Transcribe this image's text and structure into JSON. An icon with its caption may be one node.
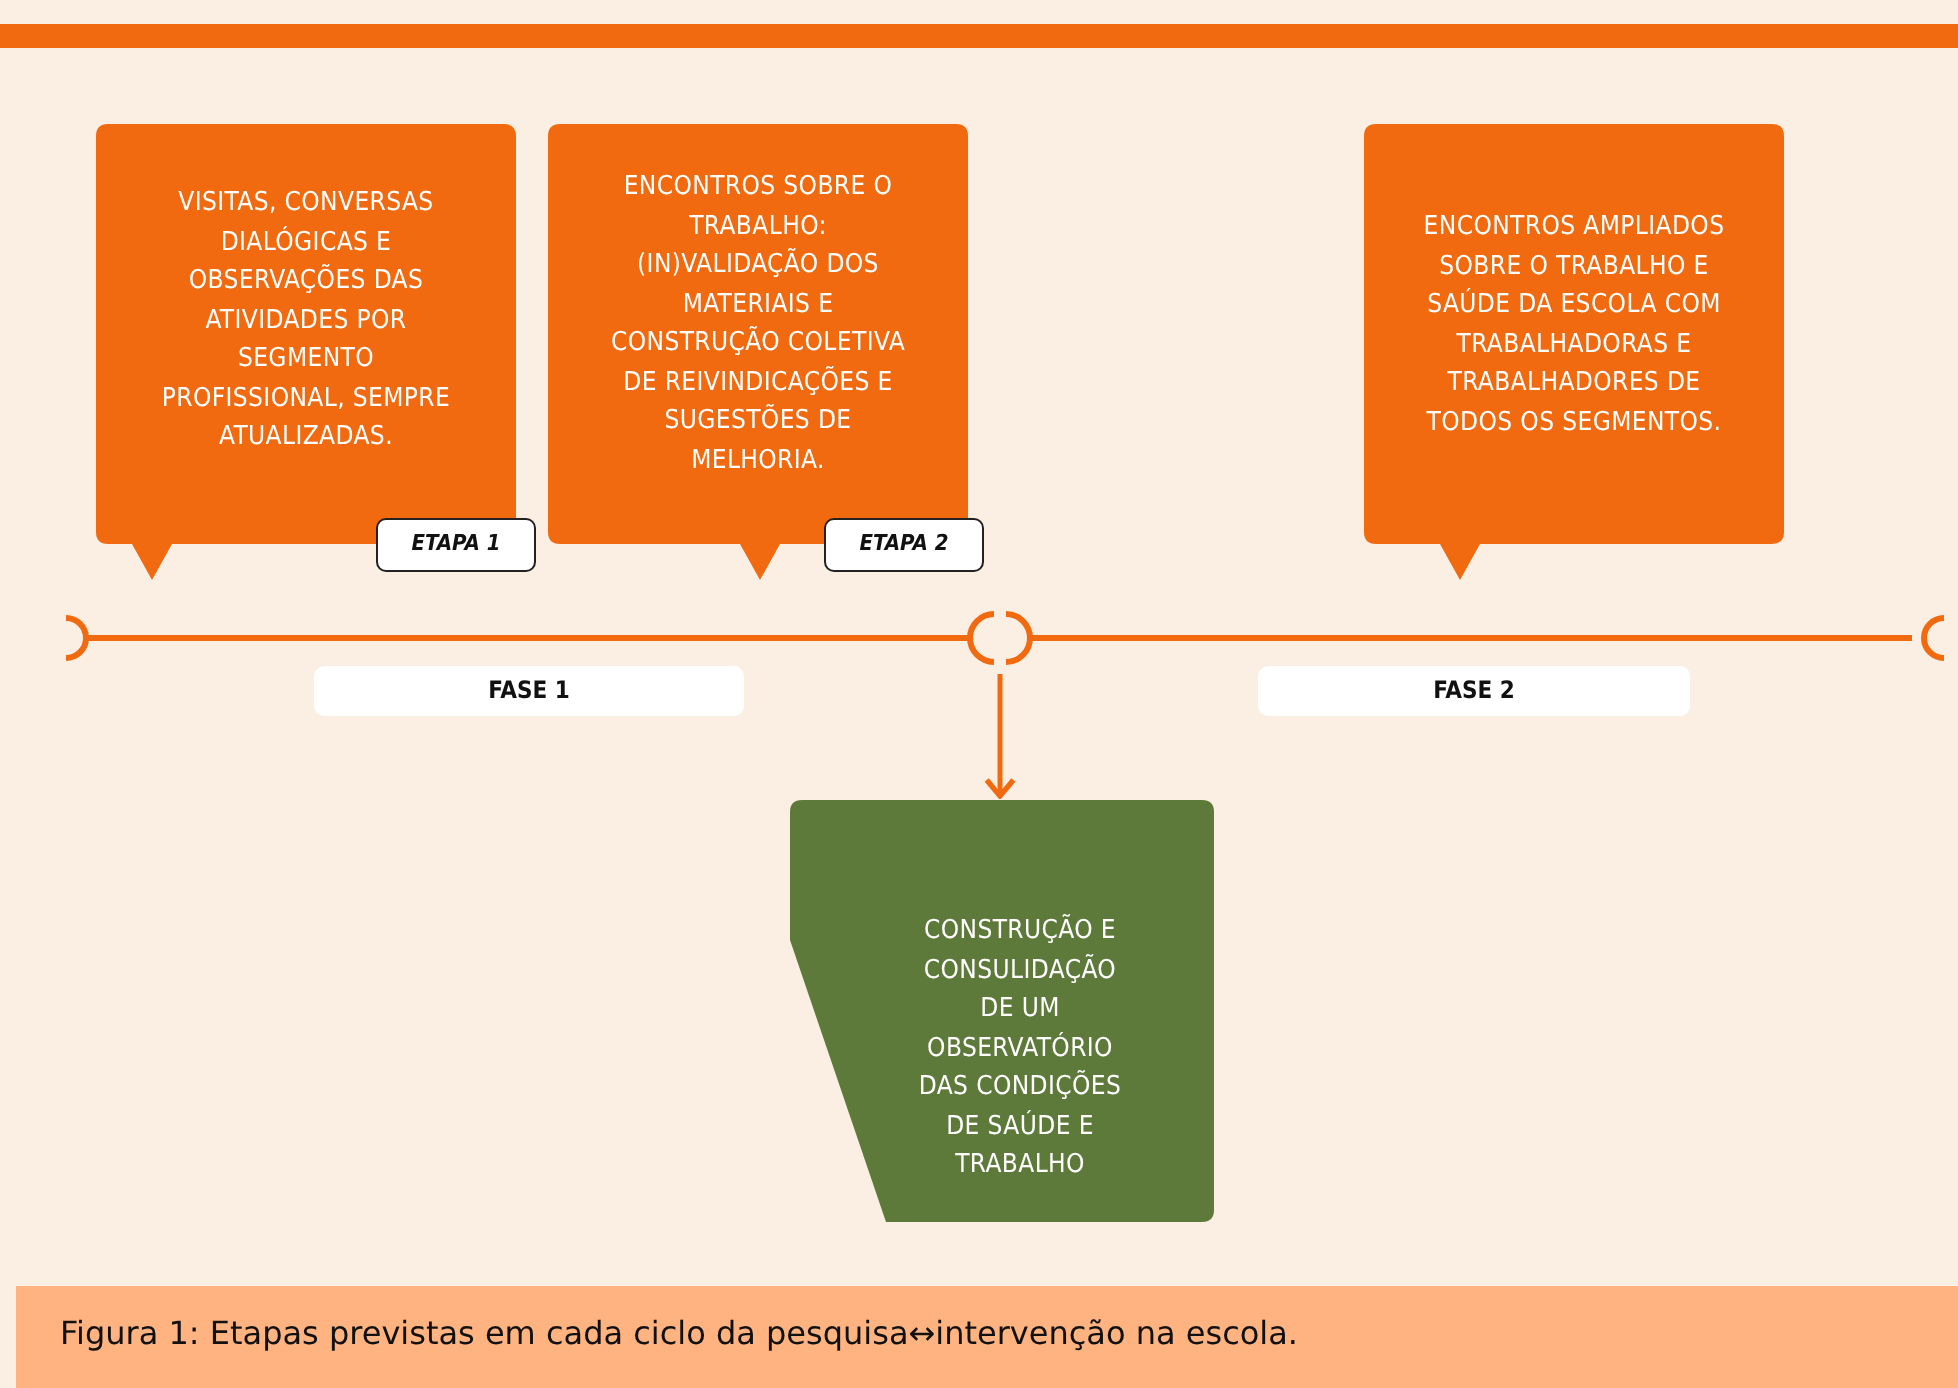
{
  "diagram": {
    "caption": "Figura 1: Etapas previstas em cada ciclo da pesquisa↔intervenção na escola.",
    "nodes": [
      {
        "text": [
          "VISITAS, CONVERSAS DIALÓGICAS E OBSERVAÇÕES DAS ATIVIDADES POR SEGMENTO PROFISSIONAL, SEMPRE ATUALIZADAS.",
          "ETAPA 1"
        ]
      },
      {
        "text": [
          "ENCONTROS SOBRE O TRABALHO: (IN)VALIDAÇÃO DOS MATERIAIS E CONSTRUÇÃO COLETIVA DE REIVINDICAÇÕES E SUGESTÕES DE MELHORIA.",
          "ETAPA 2"
        ]
      },
      {
        "text": [
          "ENCONTROS AMPLIADOS SOBRE O TRABALHO E SAÚDE DA ESCOLA COM TRABALHADORAS E TRABALHADORES DE TODOS OS SEGMENTOS."
        ]
      },
      {
        "text": [],
        "shape": "circle"
      },
      {
        "text": [
          "CONSTRUÇÃO E CONSULIDAÇÃO DE UM OBSERVATÓRIO DAS CONDIÇÕES DE SAÚDE E TRABALHO"
        ]
      }
    ],
    "edges": [
      {
        "from": 3,
        "to": 4,
        "arrow": "to"
      }
    ],
    "labels": [
      "FASE 1",
      "FASE 2"
    ]
  }
}
